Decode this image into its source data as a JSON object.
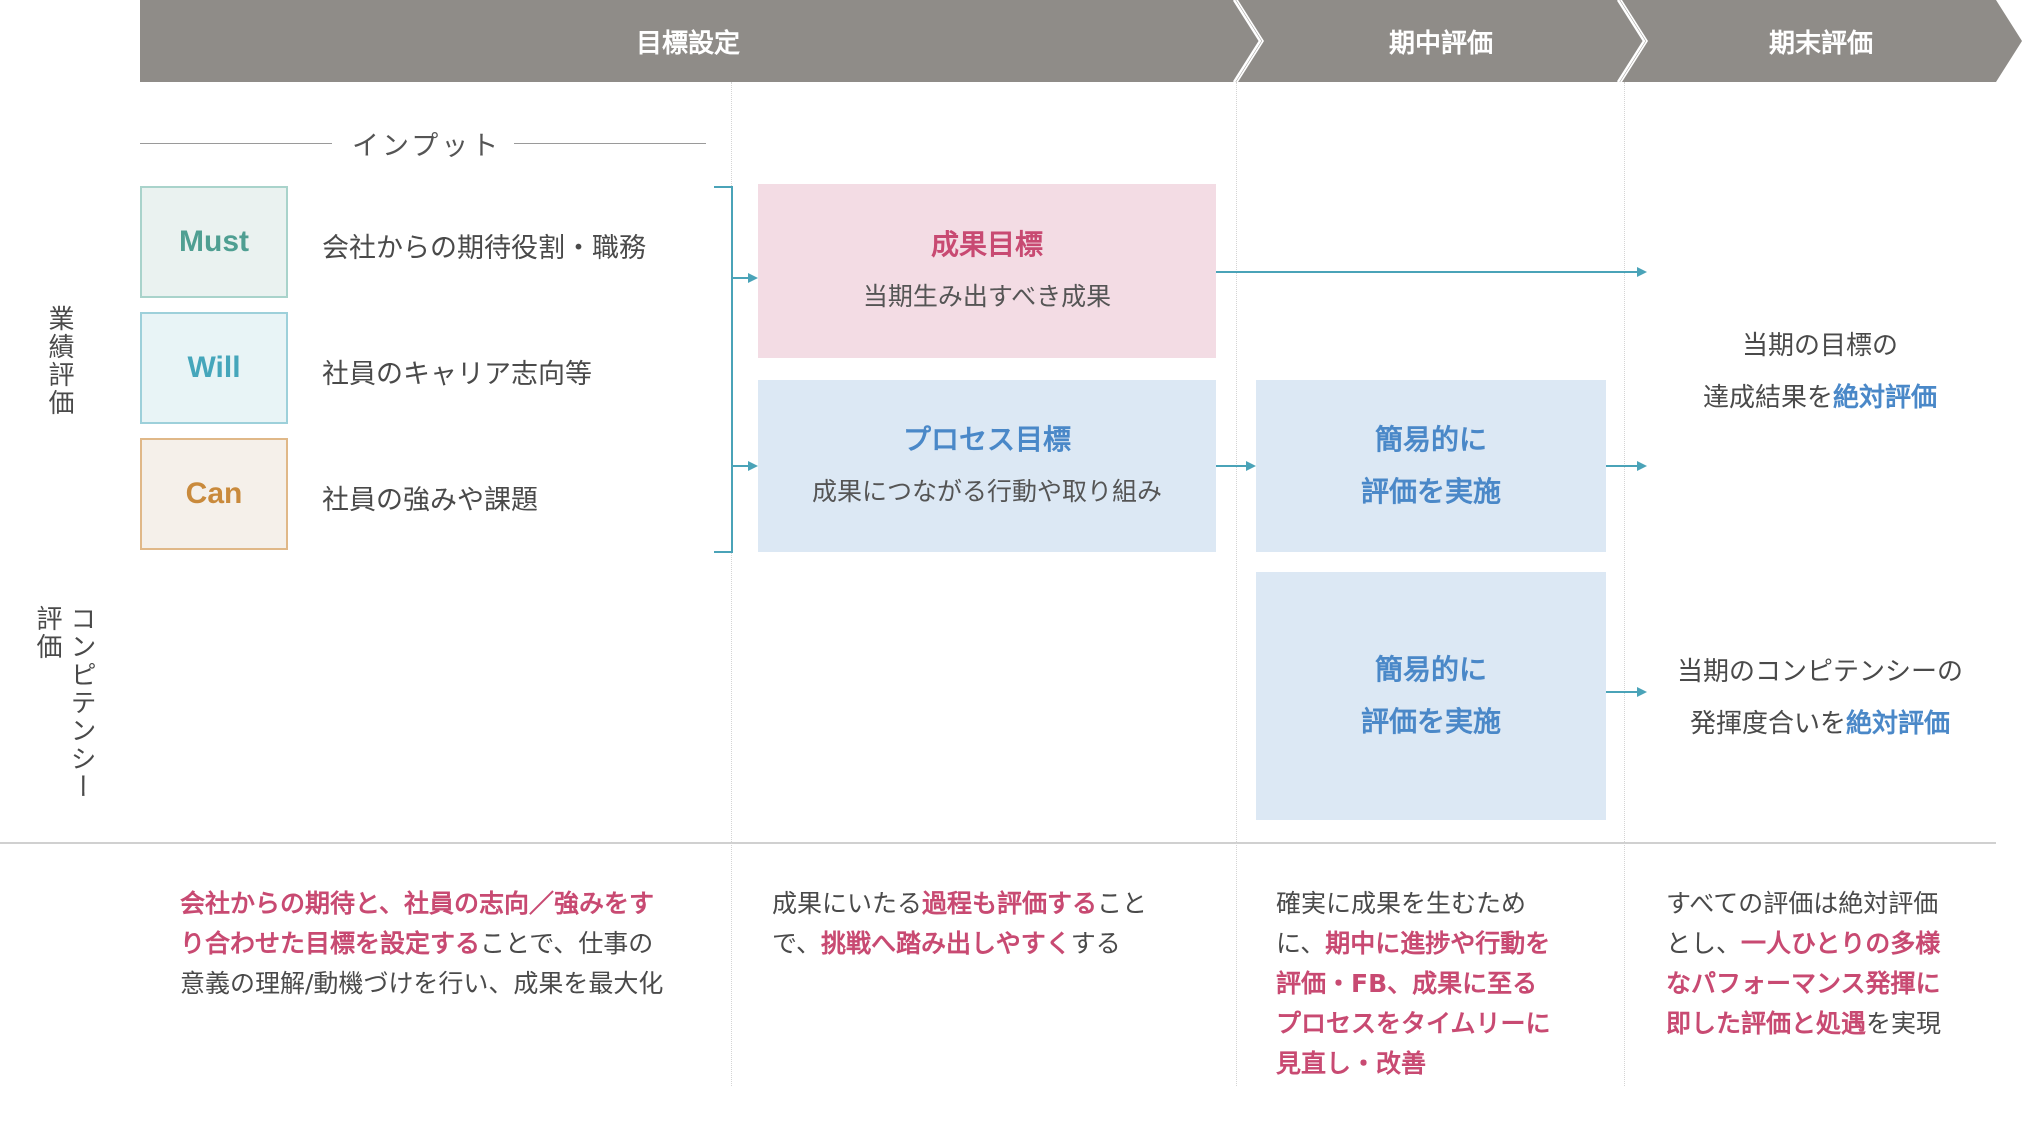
{
  "phases": {
    "goal_setting": "目標設定",
    "midterm": "期中評価",
    "final": "期末評価"
  },
  "input_label": "インプット",
  "side_labels": {
    "performance": "業績評価",
    "competency": "コンピテンシー評価"
  },
  "inputs": {
    "must": {
      "label": "Must",
      "text": "会社からの期待役割・職務"
    },
    "will": {
      "label": "Will",
      "text": "社員のキャリア志向等"
    },
    "can": {
      "label": "Can",
      "text": "社員の強みや課題"
    }
  },
  "goals": {
    "result": {
      "title": "成果目標",
      "sub": "当期生み出すべき成果"
    },
    "process": {
      "title": "プロセス目標",
      "sub": "成果につながる行動や取り組み"
    }
  },
  "midterm_boxes": {
    "process_eval": {
      "line1": "簡易的に",
      "line2": "評価を実施"
    },
    "competency_eval": {
      "line1": "簡易的に",
      "line2": "評価を実施"
    }
  },
  "results": {
    "performance": {
      "line1": "当期の目標の",
      "line2_pre": "達成結果を",
      "line2_em": "絶対評価"
    },
    "competency": {
      "line1": "当期のコンピテンシーの",
      "line2_pre": "発揮度合いを",
      "line2_em": "絶対評価"
    }
  },
  "descriptions": {
    "col1": {
      "em1": "会社からの期待と、社員の志向／強みをす",
      "em2": "り合わせた目標を設定する",
      "rest2": "ことで、仕事の",
      "line3": "意義の理解/動機づけを行い、成果を最大化"
    },
    "col2": {
      "pre1": "成果にいたる",
      "em1": "過程も評価する",
      "post1": "こと",
      "pre2": "で、",
      "em2": "挑戦へ踏み出しやすく",
      "post2": "する"
    },
    "col3": {
      "line1": "確実に成果を生むため",
      "pre2": "に、",
      "em2": "期中に進捗や行動を",
      "em3": "評価・FB、成果に至る",
      "em4": "プロセスをタイムリーに",
      "em5": "見直し・改善"
    },
    "col4": {
      "line1": "すべての評価は絶対評価",
      "pre2": "とし、",
      "em2": "一人ひとりの多様",
      "em3": "なパフォーマンス発揮に",
      "em4": "即した評価と処遇",
      "post4": "を実現"
    }
  },
  "colors": {
    "phase_bar": "#8f8c88",
    "accent_blue": "#4a88c8",
    "accent_pink": "#c84a72",
    "arrow": "#4aa3b8"
  }
}
